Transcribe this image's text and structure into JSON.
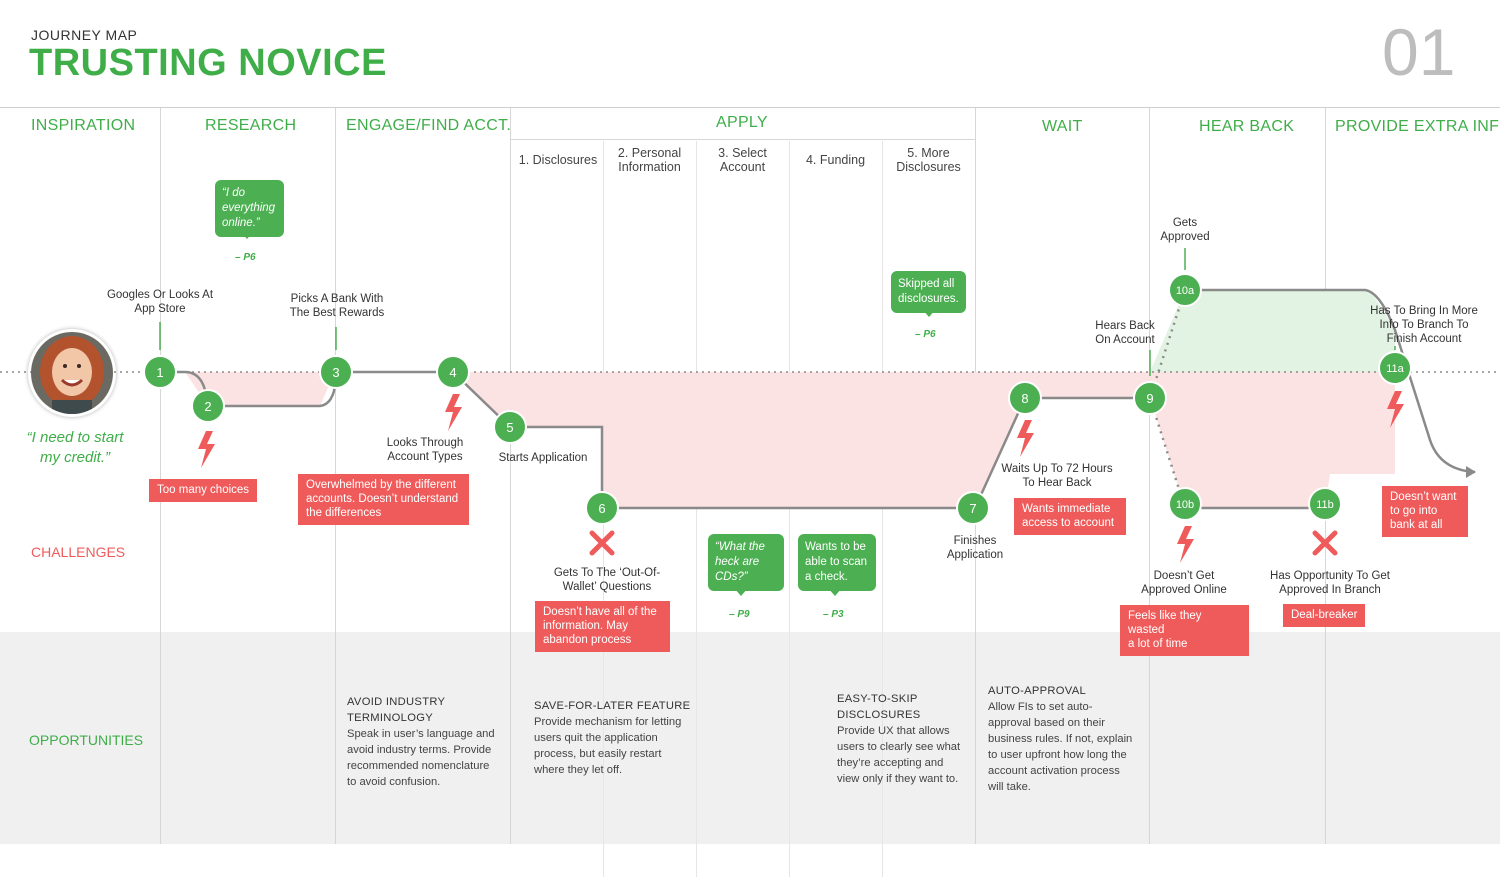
{
  "header": {
    "kicker": "JOURNEY MAP",
    "title": "TRUSTING NOVICE",
    "page_number": "01"
  },
  "phases": {
    "inspiration": "INSPIRATION",
    "research": "RESEARCH",
    "engage": "ENGAGE/FIND ACCT.",
    "apply": "APPLY",
    "wait": "WAIT",
    "hear_back": "HEAR BACK",
    "provide": "PROVIDE EXTRA INFO*"
  },
  "apply_steps": {
    "s1": "1. Disclosures",
    "s2a": "2. Personal",
    "s2b": "Information",
    "s3a": "3. Select",
    "s3b": "Account",
    "s4": "4. Funding",
    "s5a": "5. More",
    "s5b": "Disclosures"
  },
  "rows": {
    "challenges": "CHALLENGES",
    "opportunities": "OPPORTUNITIES"
  },
  "persona": {
    "quote_line1": "“I need to start",
    "quote_line2": "my credit.”"
  },
  "nodes": {
    "n1": "1",
    "n2": "2",
    "n3": "3",
    "n4": "4",
    "n5": "5",
    "n6": "6",
    "n7": "7",
    "n8": "8",
    "n9": "9",
    "n10a": "10a",
    "n10b": "10b",
    "n11a": "11a",
    "n11b": "11b"
  },
  "step_labels": {
    "googles_1": "Googles Or Looks At",
    "googles_2": "App Store",
    "picks_1": "Picks A Bank With",
    "picks_2": "The Best Rewards",
    "looks_1": "Looks Through",
    "looks_2": "Account Types",
    "starts": "Starts Application",
    "wallet_1": "Gets To The ‘Out-Of-",
    "wallet_2": "Wallet’ Questions",
    "finishes_1": "Finishes",
    "finishes_2": "Application",
    "waits_1": "Waits Up To 72 Hours",
    "waits_2": "To Hear Back",
    "hears_1": "Hears Back",
    "hears_2": "On Account",
    "approved_1": "Gets",
    "approved_2": "Approved",
    "bring_1": "Has To Bring In More",
    "bring_2": "Info To Branch To",
    "bring_3": "Finish Account",
    "notonline_1": "Doesn’t Get",
    "notonline_2": "Approved Online",
    "branch_1": "Has Opportunity To Get",
    "branch_2": "Approved In Branch"
  },
  "quotes": {
    "q1_1": "“I do",
    "q1_2": "everything",
    "q1_3": "online.”",
    "q1_p": "– P6",
    "q2_1": "Skipped all",
    "q2_2": "disclosures.",
    "q2_p": "– P6",
    "q3_1": "“What the",
    "q3_2": "heck are",
    "q3_3": "CDs?”",
    "q3_p": "– P9",
    "q4_1": "Wants to be",
    "q4_2": "able to scan",
    "q4_3": "a check.",
    "q4_p": "– P3"
  },
  "pain_points": {
    "p1": "Too many choices",
    "p2_1": "Overwhelmed by the different",
    "p2_2": "accounts. Doesn’t understand",
    "p2_3": "the differences",
    "p3_1": "Doesn’t have all of the",
    "p3_2": "information. May",
    "p3_3": "abandon process",
    "p4_1": "Wants immediate",
    "p4_2": "access to account",
    "p5_1": "Feels like they wasted",
    "p5_2": "a lot of time",
    "p6": "Deal-breaker",
    "p7_1": "Doesn’t want",
    "p7_2": "to go into",
    "p7_3": "bank at all"
  },
  "opportunities": {
    "o1_t1": "AVOID INDUSTRY",
    "o1_t2": "TERMINOLOGY",
    "o1_1": "Speak in user’s language and",
    "o1_2": "avoid industry terms. Provide",
    "o1_3": "recommended nomenclature",
    "o1_4": "to avoid confusion.",
    "o2_t1": "SAVE-FOR-LATER FEATURE",
    "o2_1": "Provide mechanism for letting",
    "o2_2": "users quit the application",
    "o2_3": "process, but easily restart",
    "o2_4": "where they let off.",
    "o3_t1": "EASY-TO-SKIP",
    "o3_t2": "DISCLOSURES",
    "o3_1": "Provide UX that allows",
    "o3_2": "users to clearly see what",
    "o3_3": "they’re accepting and",
    "o3_4": "view only if they want to.",
    "o4_t1": "AUTO-APPROVAL",
    "o4_1": "Allow FIs to set auto-",
    "o4_2": "approval based on their",
    "o4_3": "business rules. If not, explain",
    "o4_4": "to user upfront how long the",
    "o4_5": "account activation process",
    "o4_6": "will take."
  },
  "colors": {
    "green": "#4cb052",
    "red": "#ef5b5b",
    "line": "#8a8a8a",
    "pink_band": "#fbe3e3",
    "green_band": "#e3f3e3"
  }
}
